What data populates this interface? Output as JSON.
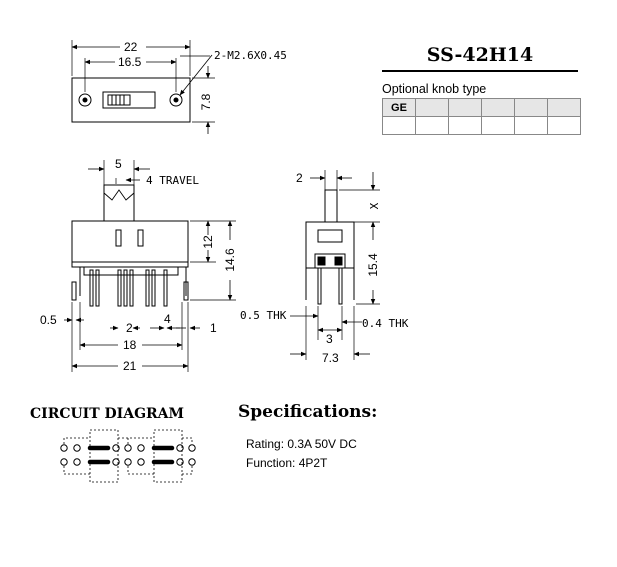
{
  "model": "SS-42H14",
  "knob": {
    "label": "Optional knob type",
    "first_cell": "GE"
  },
  "top_view": {
    "dim_width": "22",
    "dim_hole_spacing": "16.5",
    "dim_height": "7.8",
    "callout_screw": "2-M2.6X0.45"
  },
  "front_view": {
    "dim_knob": "5",
    "dim_travel": "4 TRAVEL",
    "dim_body_height": "12",
    "dim_total_height": "14.6",
    "dim_pin_pitch": "2",
    "dim_side_pitch": "4",
    "dim_terminal": "1",
    "dim_tab": "0.5",
    "dim_span": "18",
    "dim_total_width": "21"
  },
  "side_view": {
    "dim_knob": "2",
    "dim_knob_height": "X",
    "dim_height": "15.4",
    "dim_thk_left": "0.5 THK",
    "dim_thk_right": "0.4 THK",
    "dim_pitch": "3",
    "dim_width": "7.3"
  },
  "circuit": {
    "title": "CIRCUIT DIAGRAM"
  },
  "specs": {
    "title": "Specifications:",
    "rating": "Rating: 0.3A 50V DC",
    "function": "Function: 4P2T"
  }
}
